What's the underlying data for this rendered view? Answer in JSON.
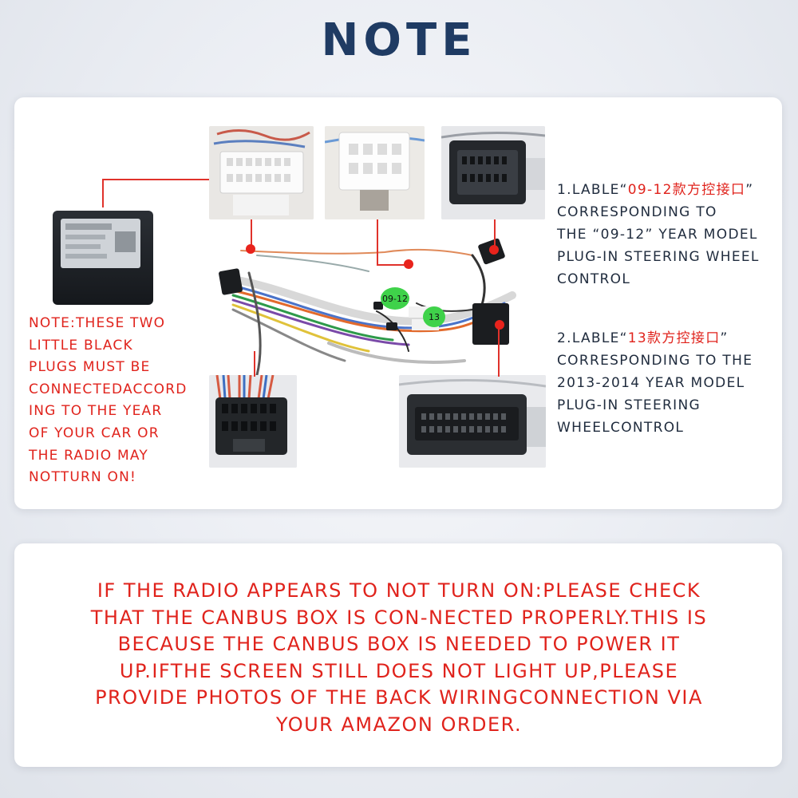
{
  "title": "NOTE",
  "left_note": {
    "lines": [
      "NOTE:THESE TWO",
      "LITTLE BLACK",
      "PLUGS MUST BE",
      "CONNECTEDACCORD",
      "ING TO THE YEAR",
      "OF YOUR CAR OR",
      "THE RADIO MAY",
      "NOTTURN ON!"
    ]
  },
  "label1": {
    "prefix": "1.LABLE“",
    "highlight": "09-12款方控接口",
    "suffix": "”",
    "lines": [
      "CORRESPONDING TO",
      "THE “09-12” YEAR MODEL",
      "PLUG-IN STEERING WHEEL",
      "CONTROL"
    ]
  },
  "label2": {
    "prefix": "2.LABLE“",
    "highlight": "13款方控接口",
    "suffix": "”",
    "lines": [
      "CORRESPONDING TO THE",
      "2013-2014 YEAR MODEL",
      "PLUG-IN STEERING",
      "WHEELCONTROL"
    ]
  },
  "tags": {
    "tag_09_12": "09-12",
    "tag_13": "13"
  },
  "warning": {
    "lines": [
      "IF THE RADIO APPEARS TO NOT TURN ON:PLEASE CHECK",
      "THAT THE CANBUS BOX IS CON-NECTED PROPERLY.THIS IS",
      "BECAUSE THE CANBUS BOX IS NEEDED TO POWER IT",
      "UP.IFTHE SCREEN STILL DOES NOT LIGHT UP,PLEASE",
      "PROVIDE PHOTOS OF THE BACK WIRINGCONNECTION VIA",
      "YOUR AMAZON ORDER."
    ]
  },
  "colors": {
    "title": "#1f3b63",
    "accent_red": "#e0231c",
    "tag_green": "#3fd24a",
    "body_text": "#1f2b3d"
  }
}
